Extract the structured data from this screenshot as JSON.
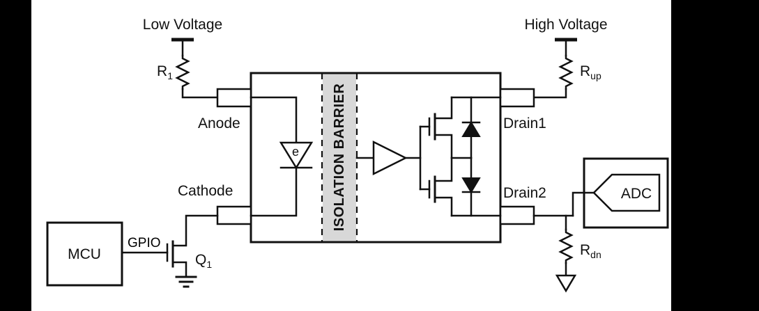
{
  "diagram": {
    "labels": {
      "low_voltage": "Low Voltage",
      "high_voltage": "High Voltage",
      "anode": "Anode",
      "cathode": "Cathode",
      "drain1": "Drain1",
      "drain2": "Drain2",
      "gpio": "GPIO",
      "mcu": "MCU",
      "adc": "ADC",
      "emitter": "e",
      "isolation_barrier": "ISOLATION BARRIER"
    },
    "components": {
      "r1": {
        "base": "R",
        "sub": "1"
      },
      "rup": {
        "base": "R",
        "sub": "up"
      },
      "rdn": {
        "base": "R",
        "sub": "dn"
      },
      "q1": {
        "base": "Q",
        "sub": "1"
      }
    },
    "colors": {
      "line": "#111111",
      "background": "#ffffff",
      "barrier_fill": "#d8d8d8",
      "side_bar": "#000000"
    }
  }
}
